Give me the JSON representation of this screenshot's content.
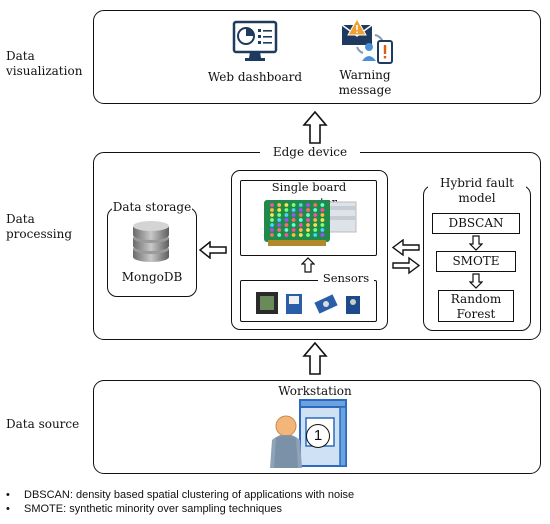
{
  "layers": {
    "visualization": [
      "Data",
      "visualization"
    ],
    "processing": [
      "Data",
      "processing"
    ],
    "source": "Data source"
  },
  "visualization": {
    "web_dashboard": "Web dashboard",
    "warning_message": [
      "Warning",
      "message"
    ]
  },
  "processing": {
    "edge_device": "Edge device",
    "data_storage": "Data storage",
    "mongodb": "MongoDB",
    "sbc": "Single board computer",
    "sensors": "Sensors",
    "hybrid_title": [
      "Hybrid fault",
      "model"
    ],
    "dbscan": "DBSCAN",
    "smote": "SMOTE",
    "random_forest": [
      "Random",
      "Forest"
    ]
  },
  "source": {
    "workstation": "Workstation",
    "workstation_number": "1"
  },
  "legend": [
    "DBSCAN: density based spatial clustering of applications with noise",
    "SMOTE: synthetic minority over sampling techniques"
  ]
}
